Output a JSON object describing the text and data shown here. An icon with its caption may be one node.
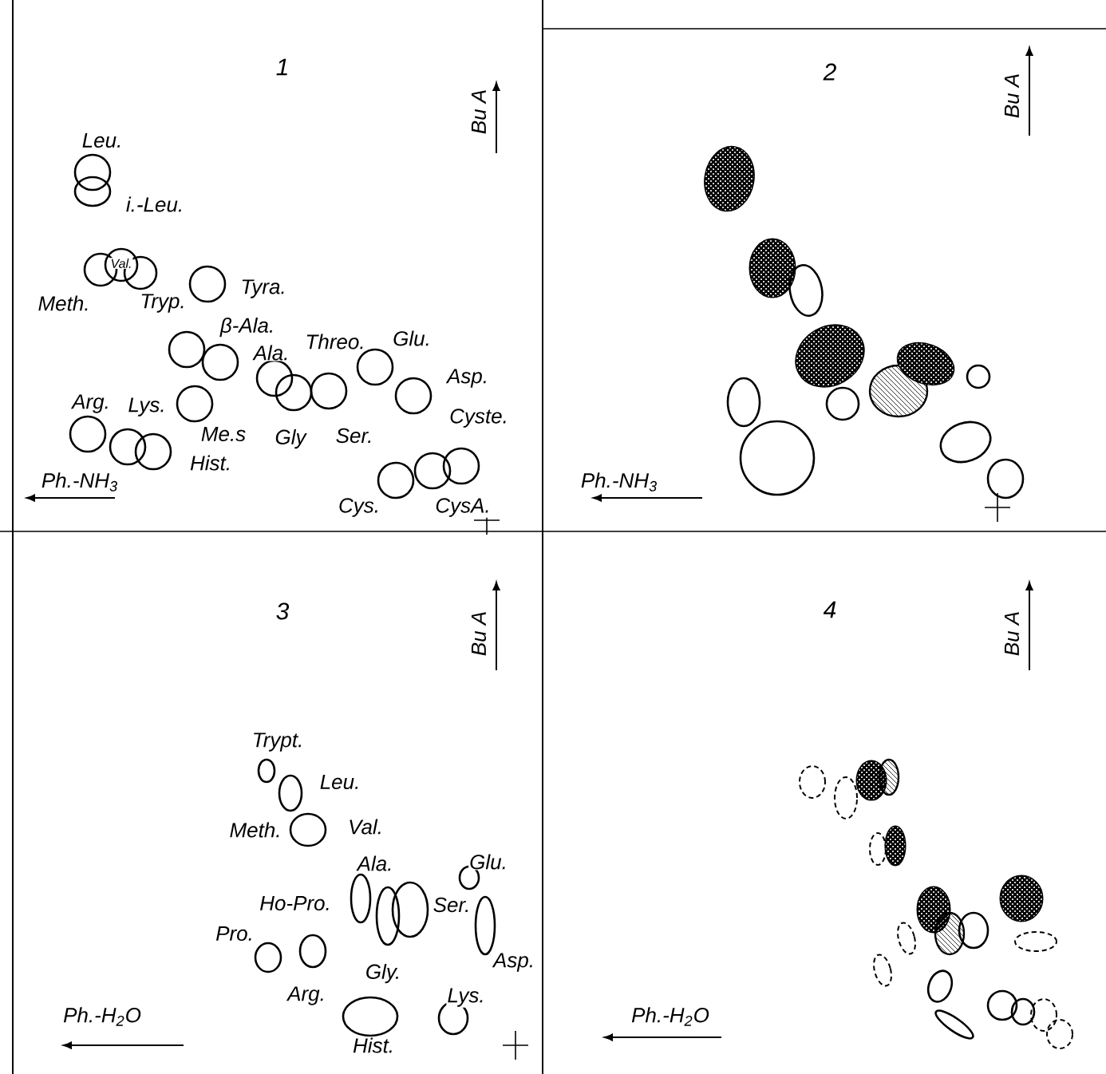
{
  "diagram": {
    "labels": [
      "1",
      "Bu A",
      "Leu.",
      "i.-Leu.",
      "Val.",
      "Meth.",
      "Tryp.",
      "Tyra.",
      "β-Ala.",
      "Ala.",
      "Threo.",
      "Glu.",
      "Asp.",
      "Arg.",
      "Lys.",
      "Me.s",
      "Gly",
      "Ser.",
      "Cyste.",
      "Hist.",
      "Ph.-NH$_{3}$",
      "Cys.",
      "CysA.",
      "2",
      "Bu A",
      "Ph.-NH$_{3}$",
      "3",
      "Bu A",
      "Trypt.",
      "Leu.",
      "Meth.",
      "Val.",
      "Ala.",
      "Glu.",
      "Ho-Pro.",
      "Ser.",
      "Pro.",
      "Gly.",
      "Asp.",
      "Arg.",
      "Lys.",
      "Ph.-H$_{2}$O",
      "Hist.",
      "4",
      "Bu A",
      "Ph.-H$_{2}$O"
    ]
  }
}
